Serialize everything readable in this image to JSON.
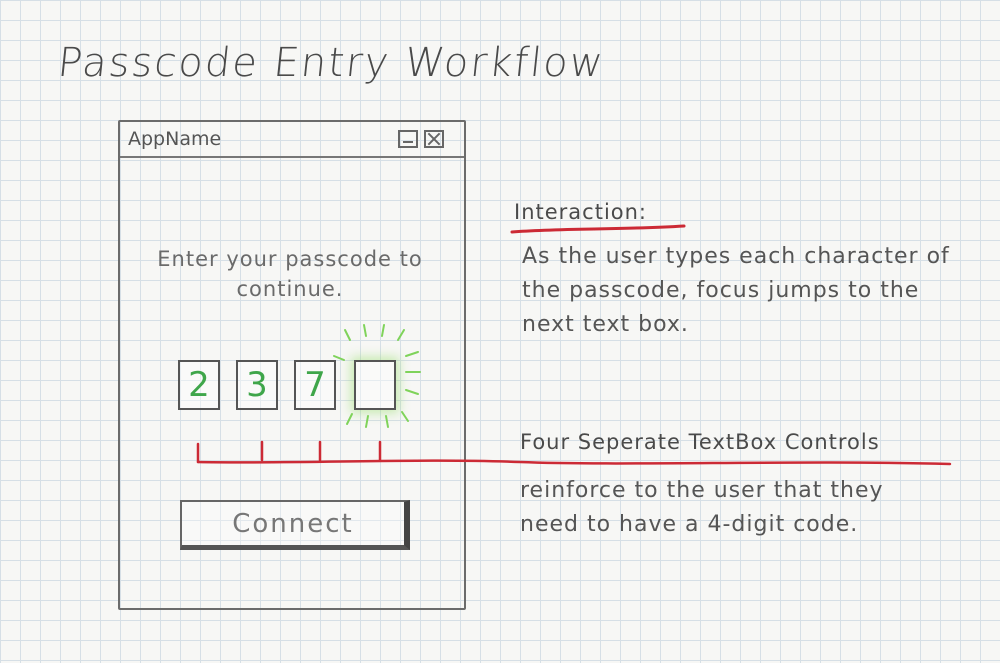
{
  "title": "Passcode Entry Workflow",
  "mockup": {
    "app_name": "AppName",
    "prompt": "Enter your passcode to continue.",
    "digits": [
      "2",
      "3",
      "7",
      ""
    ],
    "button_label": "Connect"
  },
  "annotations": {
    "interaction": {
      "heading": "Interaction:",
      "body": "As the user types each character of the passcode, focus jumps to the next text box."
    },
    "textboxes": {
      "heading": "Four Seperate TextBox Controls",
      "body": "reinforce to the user that they need to have a 4-digit code."
    }
  },
  "colors": {
    "pencil": "#5a5a5a",
    "digit_green": "#3fa64a",
    "red_pencil": "#cc2a35",
    "grid": "#d6dfe6"
  },
  "icons": [
    "minimize-icon",
    "close-icon"
  ]
}
